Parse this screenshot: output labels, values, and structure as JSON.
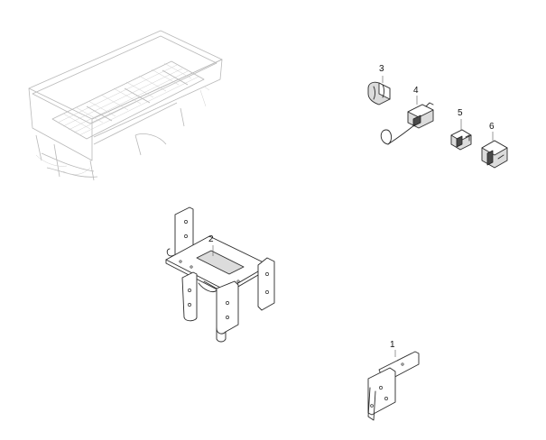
{
  "callouts": [
    {
      "id": "part-1",
      "label": "1"
    },
    {
      "id": "part-2",
      "label": "2"
    },
    {
      "id": "part-3",
      "label": "3"
    },
    {
      "id": "part-4",
      "label": "4"
    },
    {
      "id": "part-5",
      "label": "5"
    },
    {
      "id": "part-6",
      "label": "6"
    }
  ],
  "colors": {
    "line": "#2b2b2b",
    "faint_line": "#b9b9b9",
    "shade": "#dcdcdc",
    "dark": "#4a4a4a",
    "background": "#ffffff"
  }
}
